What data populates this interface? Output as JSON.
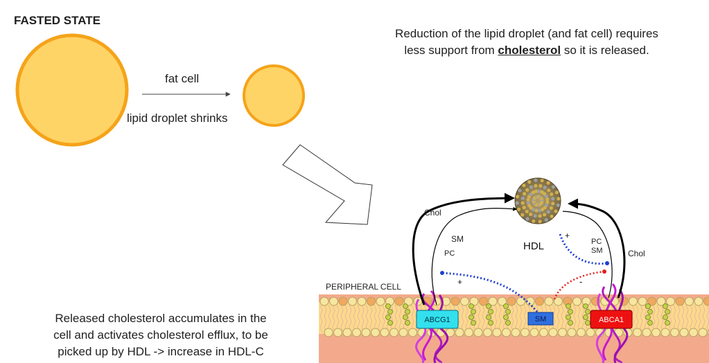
{
  "title": "FASTED STATE",
  "top_text": {
    "before": "Reduction of the lipid droplet (and fat cell) requires",
    "line2_pre": "less support from ",
    "emph": "cholesterol",
    "line2_post": " so it is released."
  },
  "fat_cell_label": "fat cell",
  "shrink_label": "lipid droplet shrinks",
  "bottom_text": {
    "line1": "Released cholesterol accumulates in the",
    "line2": "cell and activates cholesterol efflux, to be",
    "line3": "picked up by HDL -> increase in HDL-C"
  },
  "panel": {
    "peripheral_cell": "PERIPHERAL CELL",
    "hdl": "HDL",
    "chol_left": "Chol",
    "chol_right": "Chol",
    "sm_left": "SM",
    "pc_left": "PC",
    "pc_right": "PC",
    "sm_right": "SM",
    "plus_left": "+",
    "plus_right": "+",
    "minus": "-",
    "abcg1": "ABCG1",
    "sm_box": "SM",
    "abca1": "ABCA1"
  },
  "colors": {
    "droplet_fill": "#ffd466",
    "droplet_stroke": "#f5a31a",
    "abcg1": "#33e0ee",
    "abca1": "#ee1111",
    "sm_box": "#2f6fe0",
    "transporter": "#b01cc0",
    "membrane_bg": "#f3aa8c",
    "dots_blue": "#1f3fd0",
    "dots_red": "#e02020"
  }
}
